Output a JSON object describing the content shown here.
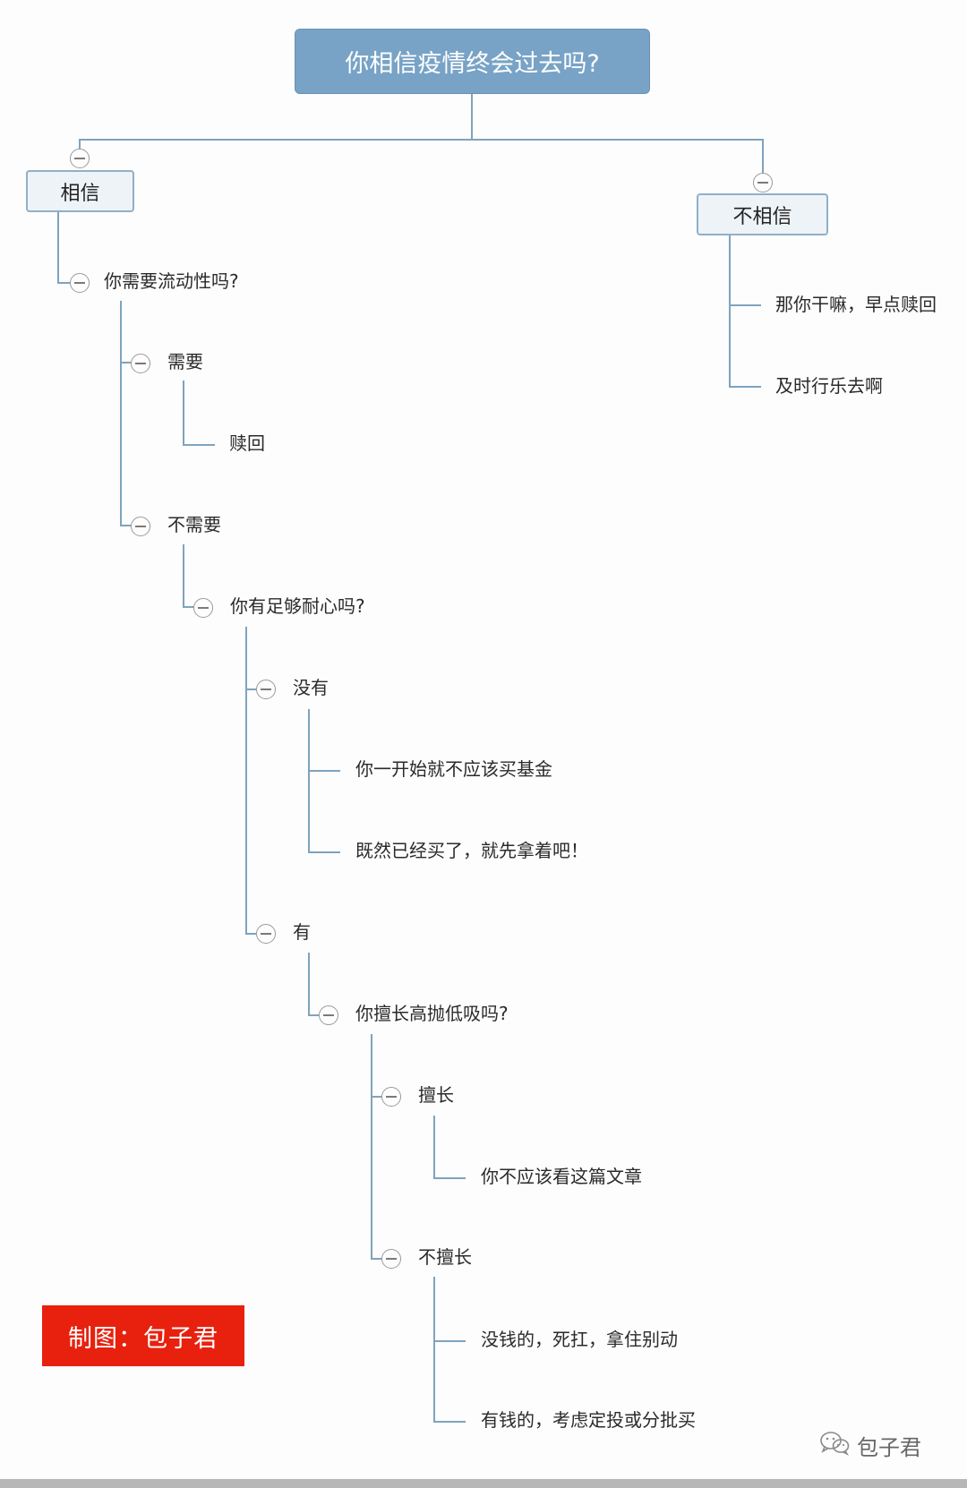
{
  "root": {
    "text": "你相信疫情终会过去吗?"
  },
  "branches": {
    "believe": {
      "label": "相信",
      "q1": {
        "label": "你需要流动性吗?",
        "need": {
          "label": "需要",
          "answer": "赎回"
        },
        "no_need": {
          "label": "不需要",
          "q2": {
            "label": "你有足够耐心吗?",
            "no": {
              "label": "没有",
              "answers": [
                "你一开始就不应该买基金",
                "既然已经买了，就先拿着吧！"
              ]
            },
            "yes": {
              "label": "有",
              "q3": {
                "label": "你擅长高抛低吸吗?",
                "good": {
                  "label": "擅长",
                  "answer": "你不应该看这篇文章"
                },
                "not_good": {
                  "label": "不擅长",
                  "answers": [
                    "没钱的，死扛，拿住别动",
                    "有钱的，考虑定投或分批买"
                  ]
                }
              }
            }
          }
        }
      }
    },
    "not_believe": {
      "label": "不相信",
      "answers": [
        "那你干嘛，早点赎回",
        "及时行乐去啊"
      ]
    }
  },
  "credit": "制图：包子君",
  "watermark": {
    "text": "包子君",
    "icon": "wechat-icon"
  },
  "colors": {
    "root_fill": "#78a3c6",
    "main_fill": "#eef3f8",
    "main_border": "#8fb0c9",
    "line": "#7fa3bd",
    "credit_bg": "#e8210f"
  }
}
